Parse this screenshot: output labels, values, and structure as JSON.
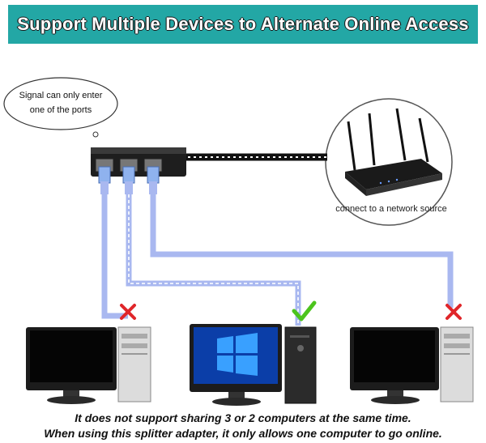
{
  "header": {
    "title": "Support Multiple Devices to Alternate Online Access"
  },
  "callout": {
    "line1": "Signal can only enter",
    "line2": "one of the ports"
  },
  "router": {
    "caption": "connect to a network source"
  },
  "computers": [
    {
      "status": "blocked"
    },
    {
      "status": "connected"
    },
    {
      "status": "blocked"
    }
  ],
  "footer": {
    "line1": "It does not support sharing 3 or 2 computers at the same time.",
    "line2": "When using this splitter adapter, it only allows one computer to go online."
  },
  "colors": {
    "banner": "#23a7a5",
    "cable": "#a9b8f0",
    "check": "#4cc41d",
    "cross": "#e0262a"
  }
}
